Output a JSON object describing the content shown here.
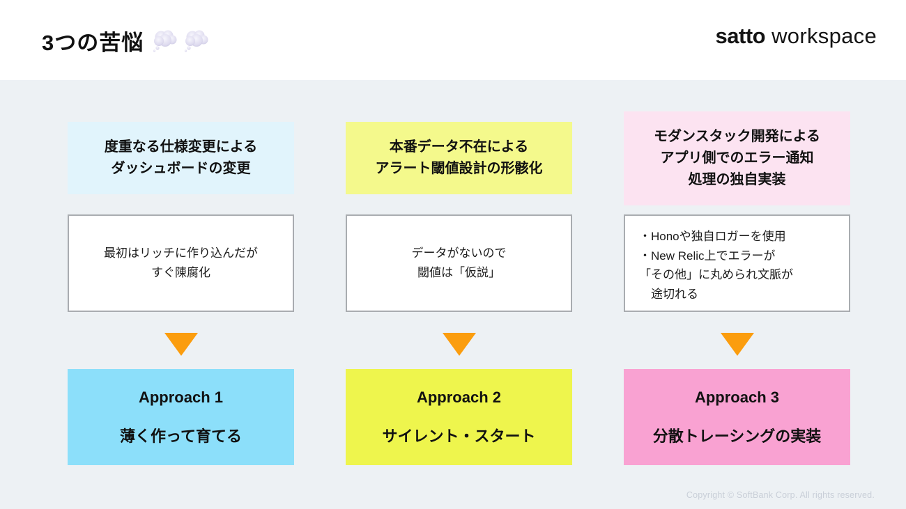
{
  "theme": {
    "topbar_bg": "#ffffff",
    "canvas_bg": "#edf1f4",
    "detail_border": "#a9acb0",
    "arrow": "#fb9d0e"
  },
  "header": {
    "title": "3つの苦悩",
    "title_emoji": "💭💭",
    "logo_bold": "satto",
    "logo_light": "workspace"
  },
  "columns": [
    {
      "problem": "度重なる仕様変更による\nダッシュボードの変更",
      "detail": "最初はリッチに作り込んだが\nすぐ陳腐化",
      "approach_title": "Approach 1",
      "approach_label": "薄く作って育てる",
      "colors": {
        "problem_bg": "#e1f4fc",
        "approach_bg": "#8cdffa"
      }
    },
    {
      "problem": "本番データ不在による\nアラート閾値設計の形骸化",
      "detail": "データがないので\n閾値は「仮説」",
      "approach_title": "Approach 2",
      "approach_label": "サイレント・スタート",
      "colors": {
        "problem_bg": "#f4f98c",
        "approach_bg": "#eef54d"
      }
    },
    {
      "problem": "モダンスタック開発による\nアプリ側でのエラー通知\n処理の独自実装",
      "detail": "・Honoや独自ロガーを使用\n・New Relic上でエラーが\n「その他」に丸められ文脈が\n　途切れる",
      "approach_title": "Approach 3",
      "approach_label": "分散トレーシングの実装",
      "colors": {
        "problem_bg": "#fce3f1",
        "approach_bg": "#f9a2d2"
      }
    }
  ],
  "footer": {
    "copyright": "Copyright © SoftBank Corp. All rights reserved."
  }
}
